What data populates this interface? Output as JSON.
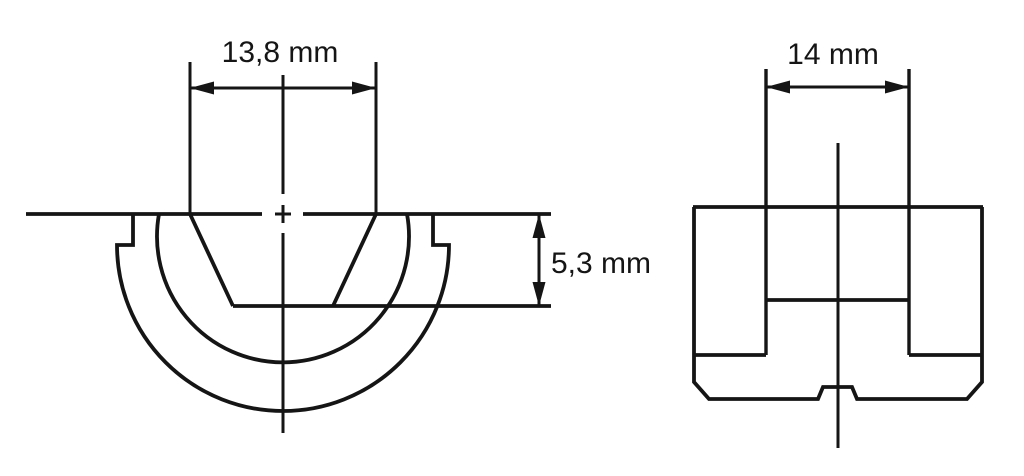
{
  "colors": {
    "ink": "#151515",
    "background": "#ffffff"
  },
  "drawings": {
    "left": {
      "dimensions": {
        "width": {
          "label": "13,8 mm"
        },
        "depth": {
          "label": "5,3 mm"
        }
      }
    },
    "right": {
      "dimensions": {
        "width": {
          "label": "14 mm"
        }
      }
    }
  }
}
